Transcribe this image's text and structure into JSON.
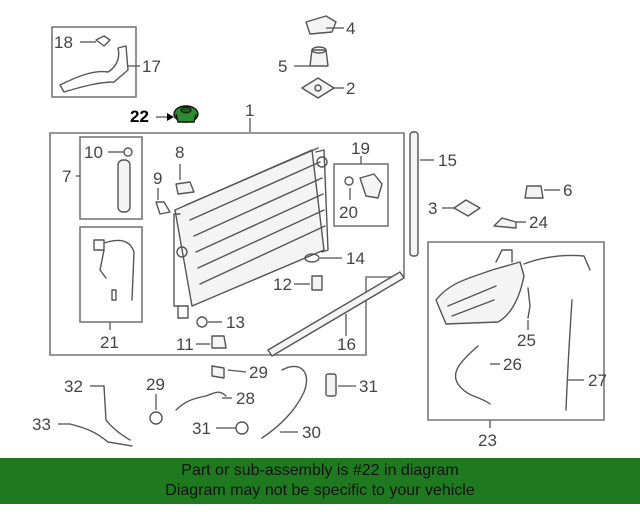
{
  "callouts": {
    "c1": "1",
    "c2": "2",
    "c4": "4",
    "c5": "5",
    "c6": "6",
    "c7": "7",
    "c8": "8",
    "c9": "9",
    "c10": "10",
    "c11": "11",
    "c12": "12",
    "c13": "13",
    "c14": "14",
    "c15": "15",
    "c16": "16",
    "c17": "17",
    "c18": "18",
    "c19": "19",
    "c20": "20",
    "c21": "21",
    "c22": "22",
    "c23": "23",
    "c24": "24",
    "c25": "25",
    "c26": "26",
    "c27": "27",
    "c28": "28",
    "c29a": "29",
    "c29b": "29",
    "c30": "30",
    "c31a": "31",
    "c31b": "31",
    "c32": "32",
    "c33": "33",
    "c3": "3"
  },
  "highlight_color": "#2e8b2e",
  "banner": {
    "line1": "Part or sub-assembly is #22 in diagram",
    "line2": "Diagram may not be specific to your vehicle",
    "background": "#1f7a1f"
  }
}
